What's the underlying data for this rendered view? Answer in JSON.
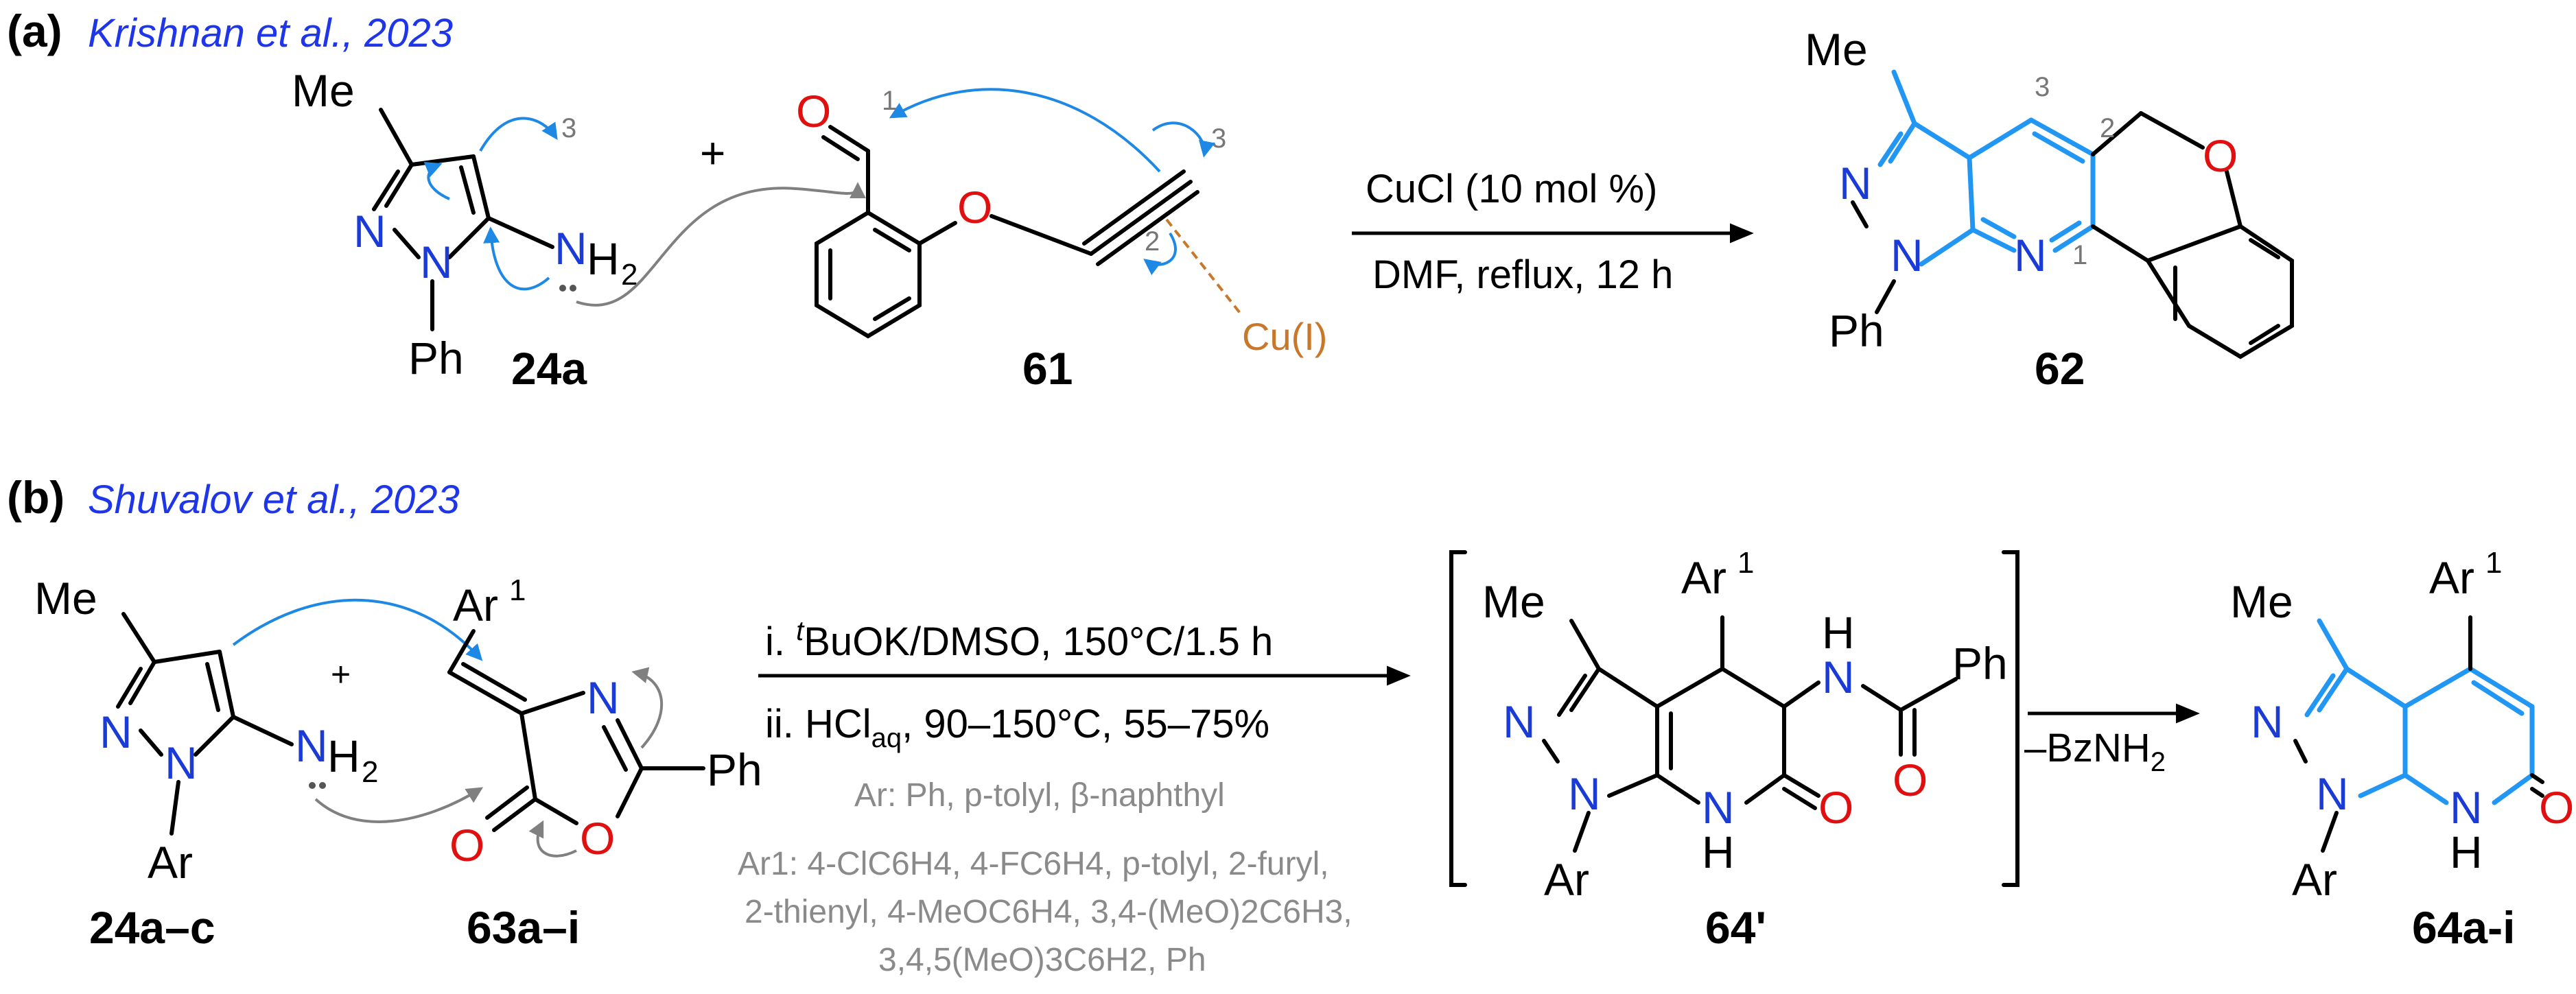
{
  "panel_a": {
    "letter": "(a)",
    "citation": "Krishnan et al., 2023",
    "reactant1": {
      "label": "24a",
      "me": "Me",
      "n1": "N",
      "n2": "N",
      "ph": "Ph",
      "nh": "N",
      "h2": "H",
      "h2sub": "2",
      "num3": "3"
    },
    "plus": "+",
    "reactant2": {
      "label": "61",
      "o_aldehyde": "O",
      "o_ether": "O",
      "num1": "1",
      "num2": "2",
      "num3": "3",
      "cu": "Cu(I)"
    },
    "conditions": {
      "line1": "CuCl (10 mol %)",
      "line2": "DMF,  reflux, 12 h"
    },
    "product": {
      "label": "62",
      "me": "Me",
      "n1": "N",
      "n2": "N",
      "n3": "N",
      "ph": "Ph",
      "o": "O",
      "num1": "1",
      "num2": "2",
      "num3": "3"
    }
  },
  "panel_b": {
    "letter": "(b)",
    "citation": "Shuvalov et al., 2023",
    "reactant1": {
      "label": "24a–c",
      "me": "Me",
      "n1": "N",
      "n2": "N",
      "ar": "Ar",
      "nh": "N",
      "h2": "H",
      "h2sub": "2"
    },
    "plus": "+",
    "reactant2": {
      "label": "63a–i",
      "ar1": "Ar",
      "ar1sup": "1",
      "n": "N",
      "o_ring": "O",
      "o_carbonyl": "O",
      "ph": "Ph"
    },
    "conditions": {
      "line1_pre": "i. ",
      "line1_sup": "t",
      "line1_post": "BuOK/DMSO, 150°C/1.5 h",
      "line2_pre": "ii. HCl",
      "line2_sub": "aq",
      "line2_post": ", 90–150°C, 55–75%",
      "ar_line": "Ar: Ph, p-tolyl, β-naphthyl",
      "ar1_line1": "Ar1: 4-ClC6H4, 4-FC6H4, p-tolyl, 2-furyl,",
      "ar1_line2": "2-thienyl, 4-MeOC6H4, 3,4-(MeO)2C6H3,",
      "ar1_line3": "3,4,5(MeO)3C6H2, Ph"
    },
    "intermediate": {
      "label": "64'",
      "me": "Me",
      "ar1": "Ar",
      "ar1sup": "1",
      "n1": "N",
      "n2": "N",
      "ar": "Ar",
      "nh": "N",
      "h": "H",
      "o": "O",
      "amide_nh": "N",
      "amide_h": "H",
      "ph": "Ph",
      "amide_o": "O"
    },
    "elimination": {
      "pre": "–BzNH",
      "sub": "2"
    },
    "product": {
      "label": "64a-i",
      "me": "Me",
      "ar1": "Ar",
      "ar1sup": "1",
      "n1": "N",
      "n2": "N",
      "ar": "Ar",
      "nh": "N",
      "h": "H",
      "o": "O"
    }
  }
}
